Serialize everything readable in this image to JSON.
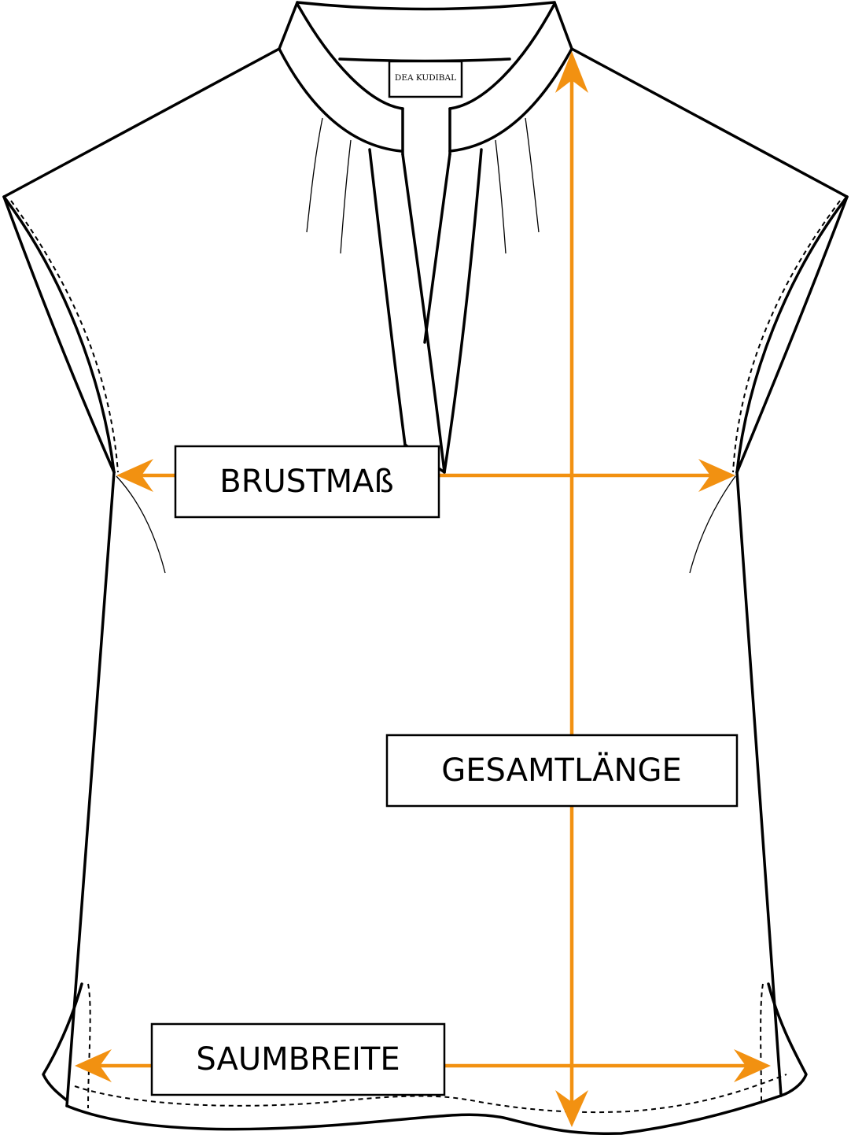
{
  "garment": {
    "brand_label": "DEA KUDIBAL"
  },
  "measurements": {
    "chest": "BRUSTMAß",
    "total_length": "GESAMTLÄNGE",
    "hem_width": "SAUMBREITE"
  },
  "colors": {
    "arrow": "#F29111",
    "outline": "#000000"
  }
}
